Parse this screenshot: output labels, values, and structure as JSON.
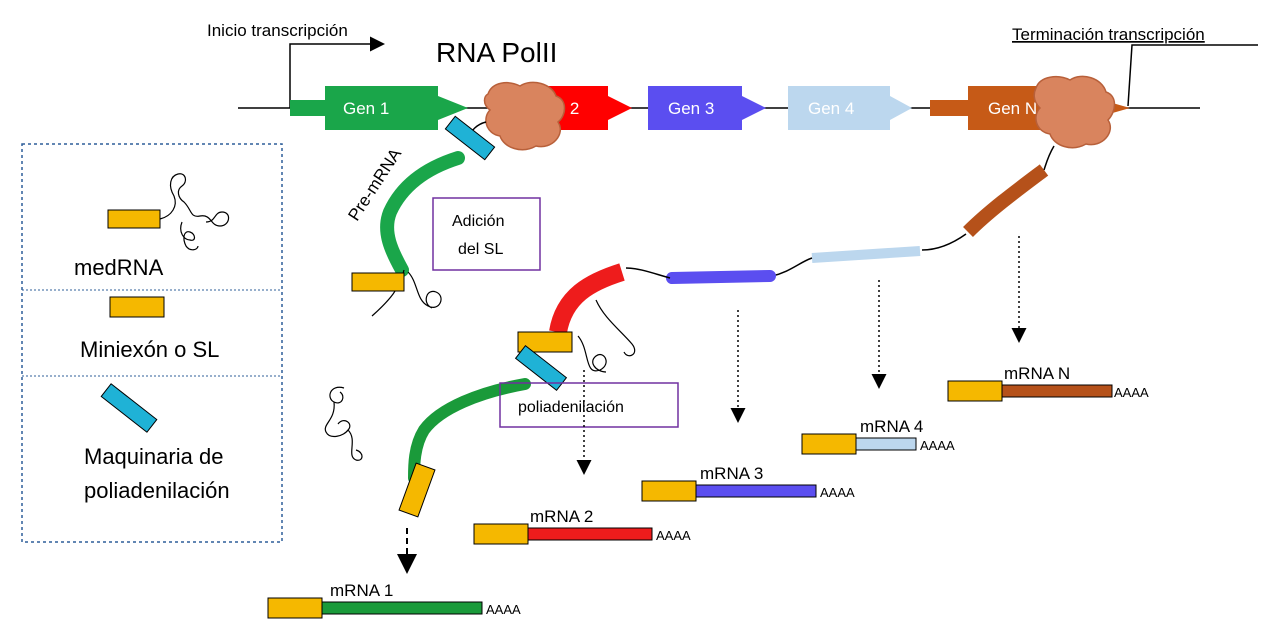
{
  "header": {
    "start_label": "Inicio transcripción",
    "end_label": "Terminación transcripción",
    "polymerase_label": "RNA PolII"
  },
  "genes": [
    {
      "label": "Gen 1",
      "color": "#1aa64a"
    },
    {
      "label": "Gen 2",
      "color": "#ff0000"
    },
    {
      "label": "Gen 3",
      "color": "#5b4ef0"
    },
    {
      "label": "Gen 4",
      "color": "#bcd7ee"
    },
    {
      "label": "Gen N",
      "color": "#c65a17"
    }
  ],
  "pre_mrna_label": "Pre-mRNA",
  "boxes": {
    "sl_addition": "Adición\ndel SL",
    "polyadenylation": "poliadenilación",
    "box_border_color": "#7030a0"
  },
  "legend": {
    "medrna": "medRNA",
    "miniexon": "Miniexón o SL",
    "machinery_line1": "Maquinaria de",
    "machinery_line2": "poliadenilación"
  },
  "mrnas": [
    {
      "label": "mRNA 1",
      "tail": "AAAA",
      "color": "#1a9a3a"
    },
    {
      "label": "mRNA 2",
      "tail": "AAAA",
      "color": "#ee1c1c"
    },
    {
      "label": "mRNA 3",
      "tail": "AAAA",
      "color": "#5b4ef0"
    },
    {
      "label": "mRNA 4",
      "tail": "AAAA",
      "color": "#bcd7ee"
    },
    {
      "label": "mRNA N",
      "tail": "AAAA",
      "color": "#b5511a"
    }
  ],
  "colors": {
    "sl": "#f5b800",
    "machinery": "#1fb2d6",
    "polymerase": "#d9845e",
    "legend_border": "#2f5f9a"
  }
}
